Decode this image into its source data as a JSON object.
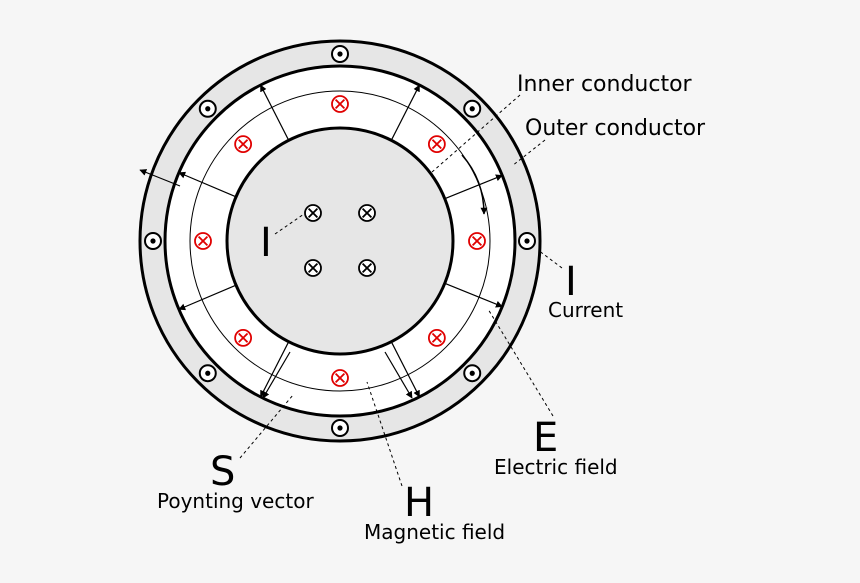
{
  "labels": {
    "inner_conductor": "Inner conductor",
    "outer_conductor": "Outer conductor",
    "current_symbol": "I",
    "current_name": "Current",
    "inner_current_symbol": "I",
    "efield_symbol": "E",
    "efield_name": "Electric field",
    "poynting_symbol": "S",
    "poynting_name": "Poynting vector",
    "hfield_symbol": "H",
    "hfield_name": "Magnetic field"
  },
  "colors": {
    "background": "#f6f6f6",
    "conductor_fill": "#e6e6e6",
    "dielectric_fill": "#ffffff",
    "stroke": "#000000",
    "magnetic_symbol": "#e00000"
  },
  "symbols": {
    "into_page": "cross-in-circle",
    "out_of_page": "dot-in-circle"
  }
}
